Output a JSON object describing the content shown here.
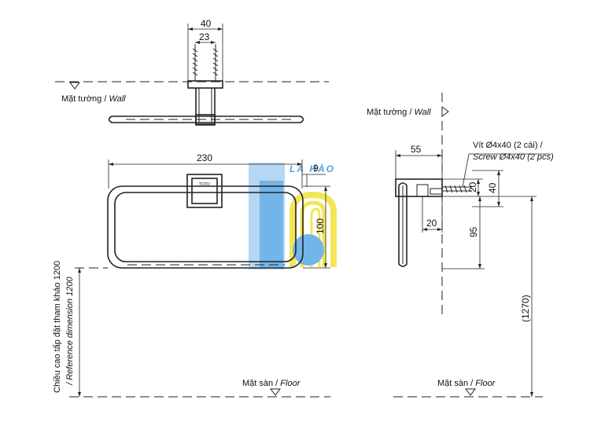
{
  "drawing": {
    "top_view": {
      "dim_outer": "40",
      "dim_inner": "23",
      "wall_label": "Mặt tường / ",
      "wall_label_en": "Wall"
    },
    "front_view": {
      "dim_width": "230",
      "dim_height": "100",
      "dim_offset": "9",
      "plate_text": "TOTO",
      "ref_label": "Chiều cao tấp đặt tham khảo 1200",
      "ref_label_en": "/ Reference dimension 1200",
      "floor_label": "Mặt sàn / ",
      "floor_label_en": "Floor"
    },
    "side_view": {
      "wall_label": "Mặt tường / ",
      "wall_label_en": "Wall",
      "dim_depth": "55",
      "screw_label_vi": "Vít Ø4x40 (2 cái) /",
      "screw_label_en": "Screw Ø4x40 (2 pcs)",
      "dim_20_top": "20",
      "dim_40": "40",
      "dim_20_bottom": "20",
      "dim_95": "95",
      "dim_1270": "(1270)",
      "floor_label": "Mặt sàn / ",
      "floor_label_en": "Floor"
    },
    "watermark": {
      "text": "LÀ HÀO",
      "colors": {
        "blue": "#5aa9e6",
        "yellow": "#f3e13a",
        "light_blue": "#a9d1f2"
      }
    }
  }
}
